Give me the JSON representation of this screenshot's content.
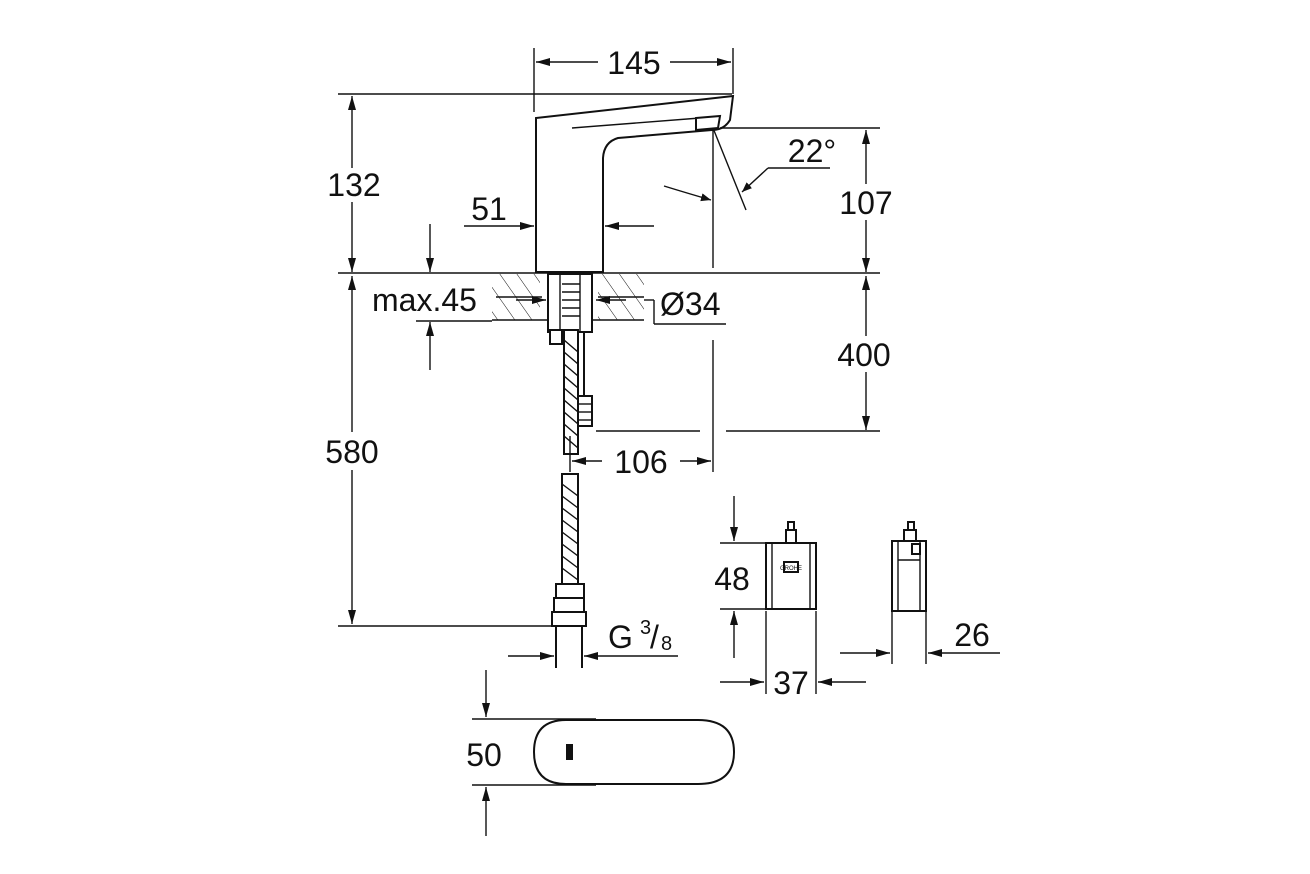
{
  "dimensions": {
    "spout_length": "145",
    "total_height": "132",
    "body_width": "51",
    "angle": "22°",
    "outlet_height": "107",
    "max_thickness": "max.45",
    "hole_diameter": "Ø34",
    "cable_length": "400",
    "hose_length": "580",
    "outlet_offset": "106",
    "thread_g": "G",
    "thread_num": "3",
    "thread_den": "8",
    "box_height": "48",
    "box_width": "37",
    "box_depth": "26",
    "base_depth": "50"
  },
  "brand_text": "GROHE"
}
